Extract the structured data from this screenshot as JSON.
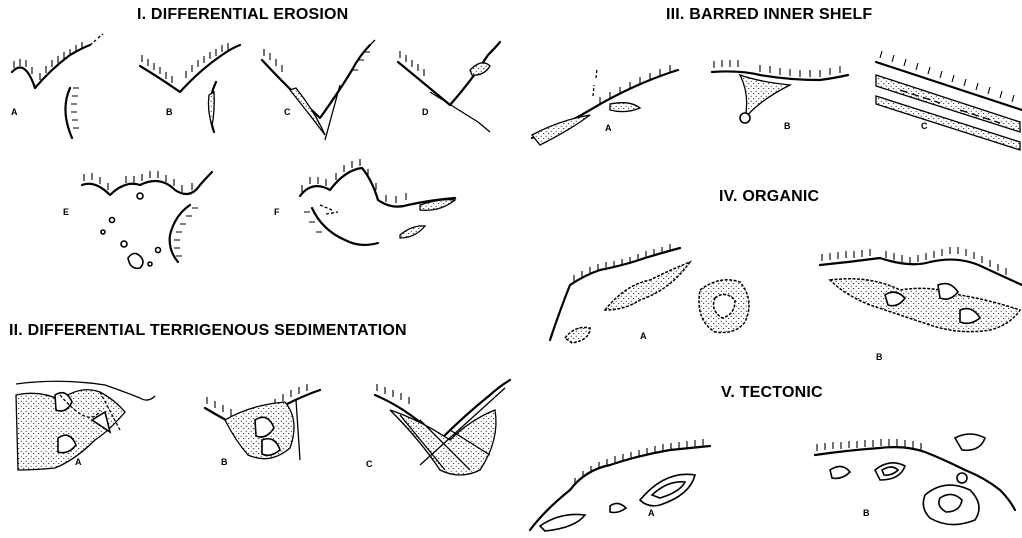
{
  "sections": [
    {
      "id": "I",
      "title": "I. DIFFERENTIAL EROSION",
      "panels": [
        "A",
        "B",
        "C",
        "D",
        "E",
        "F"
      ]
    },
    {
      "id": "II",
      "title": "II. DIFFERENTIAL TERRIGENOUS SEDIMENTATION",
      "panels": [
        "A",
        "B",
        "C"
      ]
    },
    {
      "id": "III",
      "title": "III. BARRED INNER SHELF",
      "panels": [
        "A",
        "B",
        "C"
      ]
    },
    {
      "id": "IV",
      "title": "IV. ORGANIC",
      "panels": [
        "A",
        "B"
      ]
    },
    {
      "id": "V",
      "title": "V. TECTONIC",
      "panels": [
        "A",
        "B"
      ]
    }
  ]
}
